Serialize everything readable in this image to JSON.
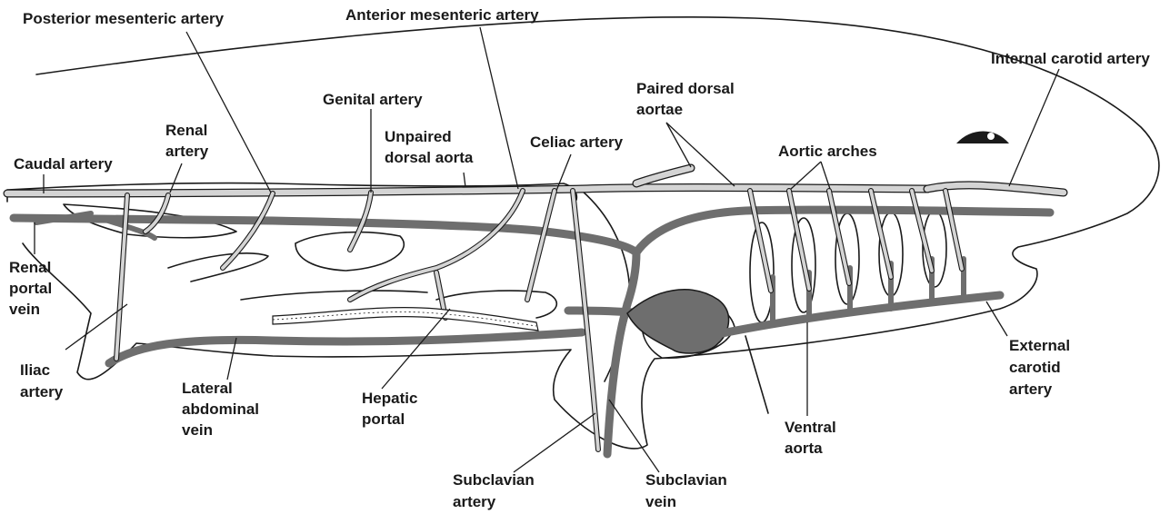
{
  "colors": {
    "artery_fill": "#d4d4d4",
    "vein_fill": "#6e6e6e",
    "outline": "#1a1a1a",
    "background": "#ffffff"
  },
  "labels": {
    "posterior_mesenteric_artery": "Posterior mesenteric artery",
    "anterior_mesenteric_artery": "Anterior mesenteric artery",
    "internal_carotid_artery": "Internal carotid artery",
    "paired_dorsal_aortae": [
      "Paired dorsal",
      "aortae"
    ],
    "genital_artery": "Genital artery",
    "renal_artery": [
      "Renal",
      "artery"
    ],
    "unpaired_dorsal_aorta": [
      "Unpaired",
      "dorsal aorta"
    ],
    "celiac_artery": "Celiac artery",
    "aortic_arches": "Aortic arches",
    "caudal_artery": "Caudal artery",
    "renal_portal_vein": [
      "Renal",
      "portal",
      "vein"
    ],
    "iliac_artery": [
      "Iliac",
      "artery"
    ],
    "lateral_abdominal_vein": [
      "Lateral",
      "abdominal",
      "vein"
    ],
    "hepatic_portal": [
      "Hepatic",
      "portal"
    ],
    "subclavian_artery": [
      "Subclavian",
      "artery"
    ],
    "subclavian_vein": [
      "Subclavian",
      "vein"
    ],
    "ventral_aorta": [
      "Ventral",
      "aorta"
    ],
    "external_carotid_artery": [
      "External",
      "carotid",
      "artery"
    ]
  }
}
